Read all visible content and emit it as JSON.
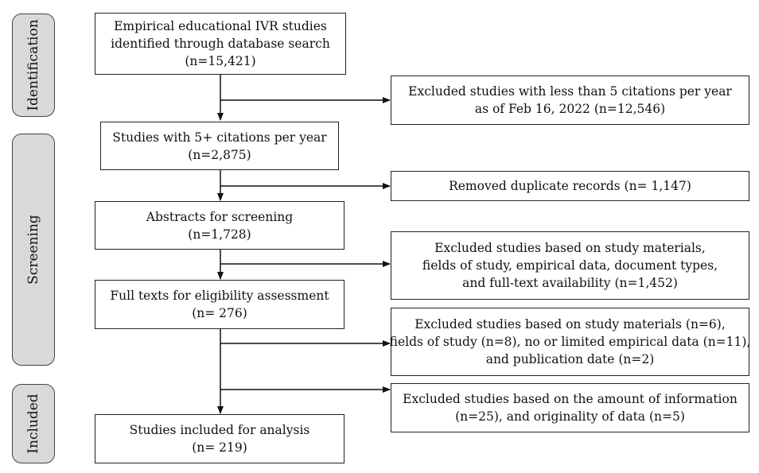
{
  "stages": {
    "identification": "Identification",
    "screening": "Screening",
    "included": "Included"
  },
  "boxes": {
    "identified": [
      "Empirical educational IVR studies",
      "identified through database search",
      "(n=15,421)"
    ],
    "citations": [
      "Studies with 5+ citations per year",
      "(n=2,875)"
    ],
    "abstracts": [
      "Abstracts for screening",
      "(n=1,728)"
    ],
    "fulltexts": [
      "Full texts for eligibility assessment",
      "(n= 276)"
    ],
    "included": [
      "Studies included for analysis",
      "(n= 219)"
    ]
  },
  "exclusions": {
    "low_citations": [
      "Excluded studies with less than 5 citations per year",
      "as of Feb 16, 2022 (n=12,546)"
    ],
    "duplicates": [
      "Removed duplicate records (n= 1,147)"
    ],
    "screening": [
      "Excluded studies based on study materials,",
      "fields of study, empirical data, document types,",
      "and full-text availability (n=1,452)"
    ],
    "eligibility": [
      "Excluded studies based on study materials (n=6),",
      "fields of study (n=8), no or limited empirical data (n=11),",
      "and publication date (n=2)"
    ],
    "information": [
      "Excluded studies based on the amount of information",
      "(n=25), and originality of data (n=5)"
    ]
  }
}
